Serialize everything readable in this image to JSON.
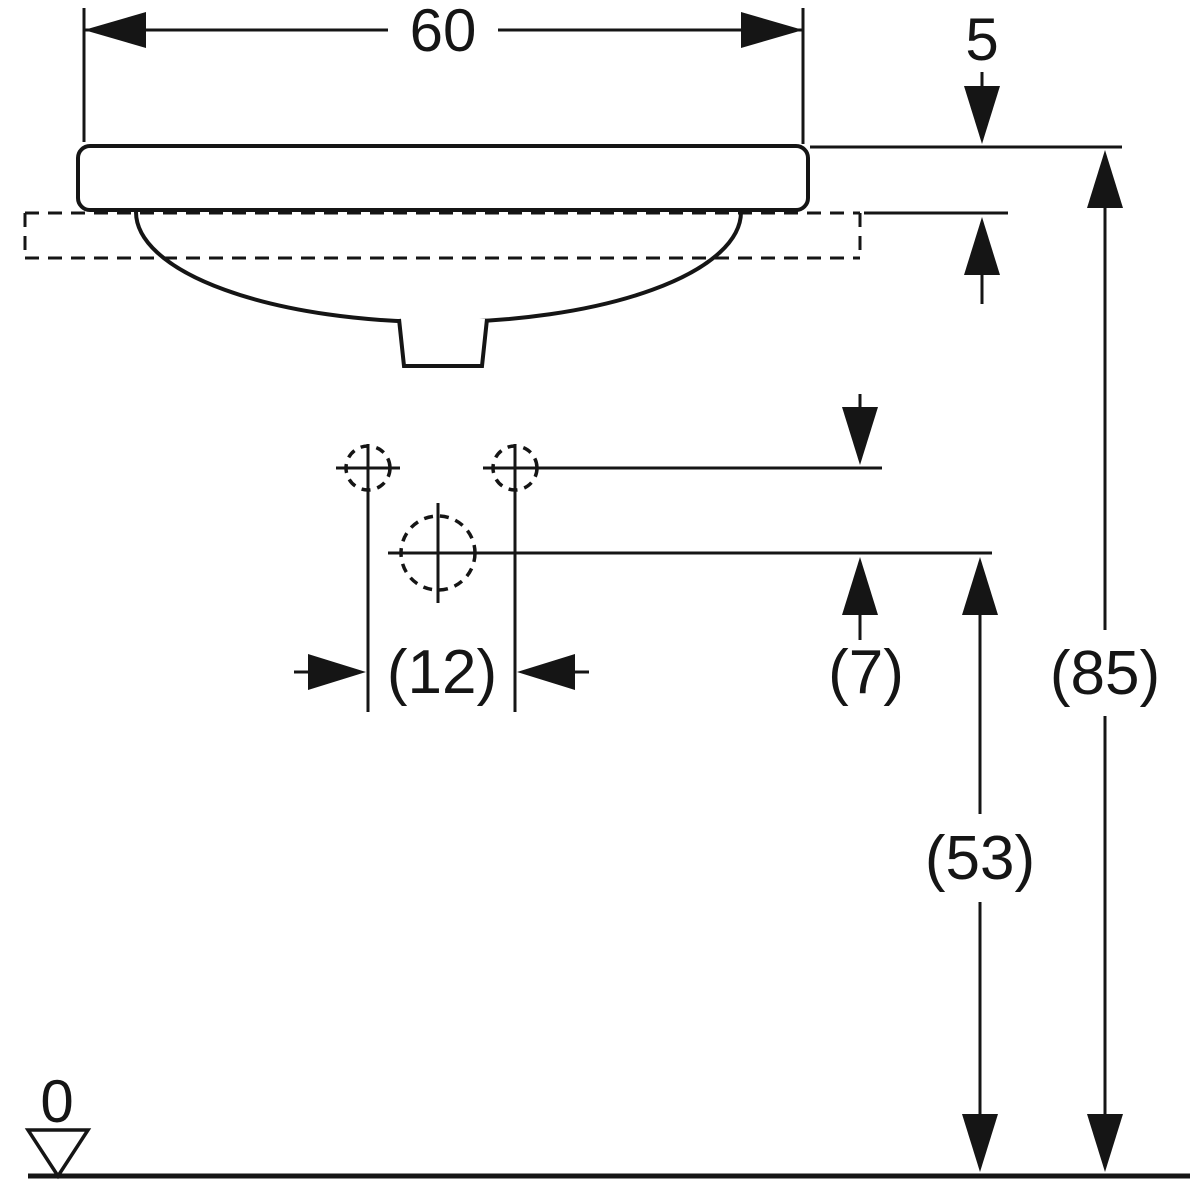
{
  "drawing": {
    "type": "washbasin-front-dimension-drawing",
    "labels": {
      "width_top": "60",
      "rim_height": "5",
      "tap_hole_spacing": "(12)",
      "tap_line_offset": "(7)",
      "overall_height": "(85)",
      "basin_line_height": "(53)",
      "datum_zero": "0"
    },
    "colors": {
      "line": "#151515",
      "background": "#ffffff"
    }
  }
}
